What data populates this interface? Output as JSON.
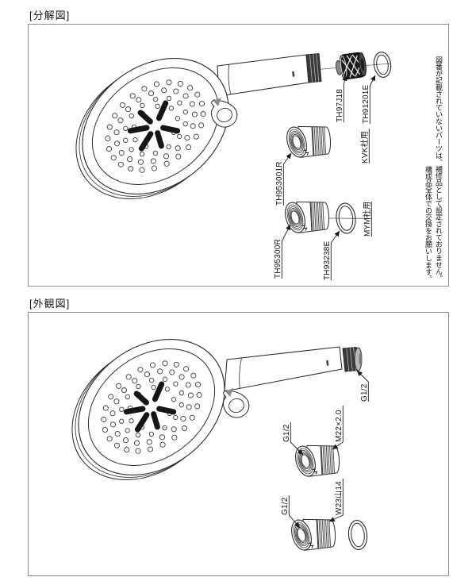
{
  "colors": {
    "line": "#2a2a2a",
    "fill_dark": "#3a3a3a",
    "frame_border": "#8c8c8c",
    "background": "#ffffff",
    "text": "#111111"
  },
  "exploded": {
    "title": "[分解図]",
    "parts": {
      "nut": "TH97J18",
      "oring_kvk": "TH91201E",
      "kvk_note": "KVK社用",
      "adapter_kvk": "TH953001R",
      "adapter_mym": "TH95300R",
      "oring_mym": "TH93238E",
      "mym_note": "MYM社用"
    },
    "note": {
      "line1": "図番が記載されていないパーツは、補修品として設定されておりません。",
      "line2": "構成品全体での交換をお願いします。"
    }
  },
  "external": {
    "title": "[外観図]",
    "labels": {
      "handle_thread": "G1/2",
      "adapter1_inlet": "G1/2",
      "adapter1_outlet": "M22×2.0",
      "adapter2_inlet": "G1/2",
      "adapter2_outlet": "W23山14"
    }
  }
}
